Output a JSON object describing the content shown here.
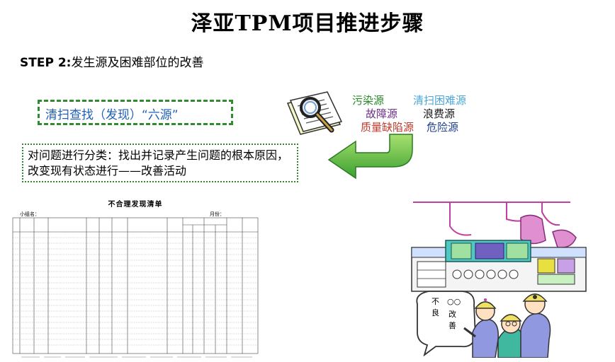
{
  "title": "泽亚TPM项目推进步骤",
  "step": {
    "label": "STEP 2:",
    "text": "发生源及困难部位的改善"
  },
  "box1_text": "清扫查找（发现）“六源”",
  "box2_text": "对问题进行分类：找出并记录产生问题的根本原因，改变现有状态进行——改善活动",
  "sources": {
    "pollution": "污染源",
    "cleaning_difficulty": "清扫困难源",
    "fault": "故障源",
    "waste": "浪费源",
    "quality_defect": "质量缺陷源",
    "danger": "危险源"
  },
  "colors": {
    "green": "#2a8a2a",
    "blue": "#1f5fb8",
    "purple": "#6b2f8a",
    "red": "#c0392b",
    "lightblue": "#4aa6d8",
    "darkblue": "#1f3f8f"
  },
  "table": {
    "title": "不合理发现清单",
    "group_label": "小组名：",
    "month_label": "月份："
  },
  "illustration": {
    "sign_line1": "不",
    "sign_line2": "良",
    "sign_line3": "○○",
    "sign_line4": "改",
    "sign_line5": "善"
  }
}
